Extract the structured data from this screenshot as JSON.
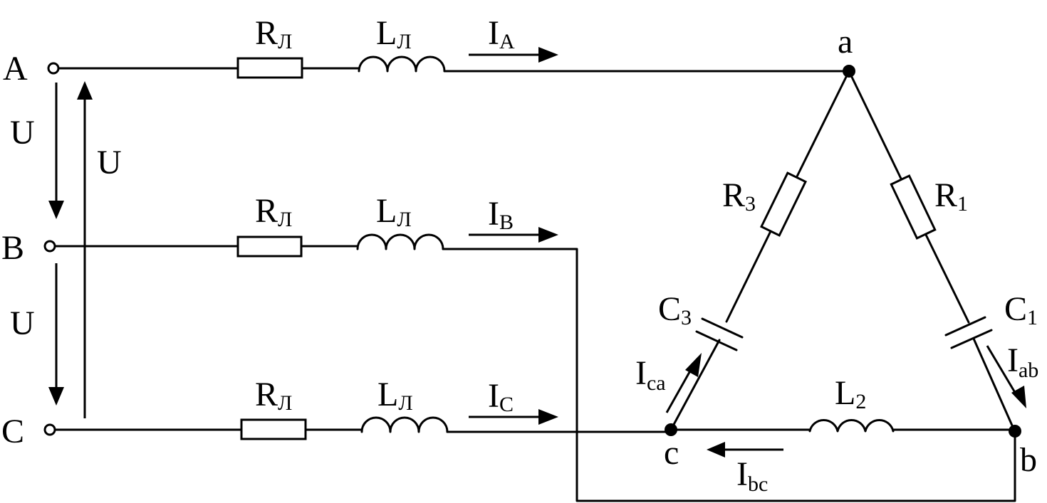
{
  "terminals": {
    "a": "A",
    "b": "B",
    "c": "C"
  },
  "voltage_labels": {
    "u_ab": "U",
    "u_bc": "U",
    "u_ca": "U"
  },
  "line_resistor": {
    "main": "R",
    "sub": "Л"
  },
  "line_inductor": {
    "main": "L",
    "sub": "Л"
  },
  "line_currents": {
    "a": {
      "main": "I",
      "sub": "A"
    },
    "b": {
      "main": "I",
      "sub": "B"
    },
    "c": {
      "main": "I",
      "sub": "C"
    }
  },
  "nodes": {
    "a": "a",
    "b": "b",
    "c": "c"
  },
  "load": {
    "r1": {
      "main": "R",
      "sub": "1"
    },
    "c1": {
      "main": "C",
      "sub": "1"
    },
    "r3": {
      "main": "R",
      "sub": "3"
    },
    "c3": {
      "main": "C",
      "sub": "3"
    },
    "l2": {
      "main": "L",
      "sub": "2"
    }
  },
  "phase_currents": {
    "ab": {
      "main": "I",
      "sub": "ab"
    },
    "bc": {
      "main": "I",
      "sub": "bc"
    },
    "ca": {
      "main": "I",
      "sub": "ca"
    }
  }
}
